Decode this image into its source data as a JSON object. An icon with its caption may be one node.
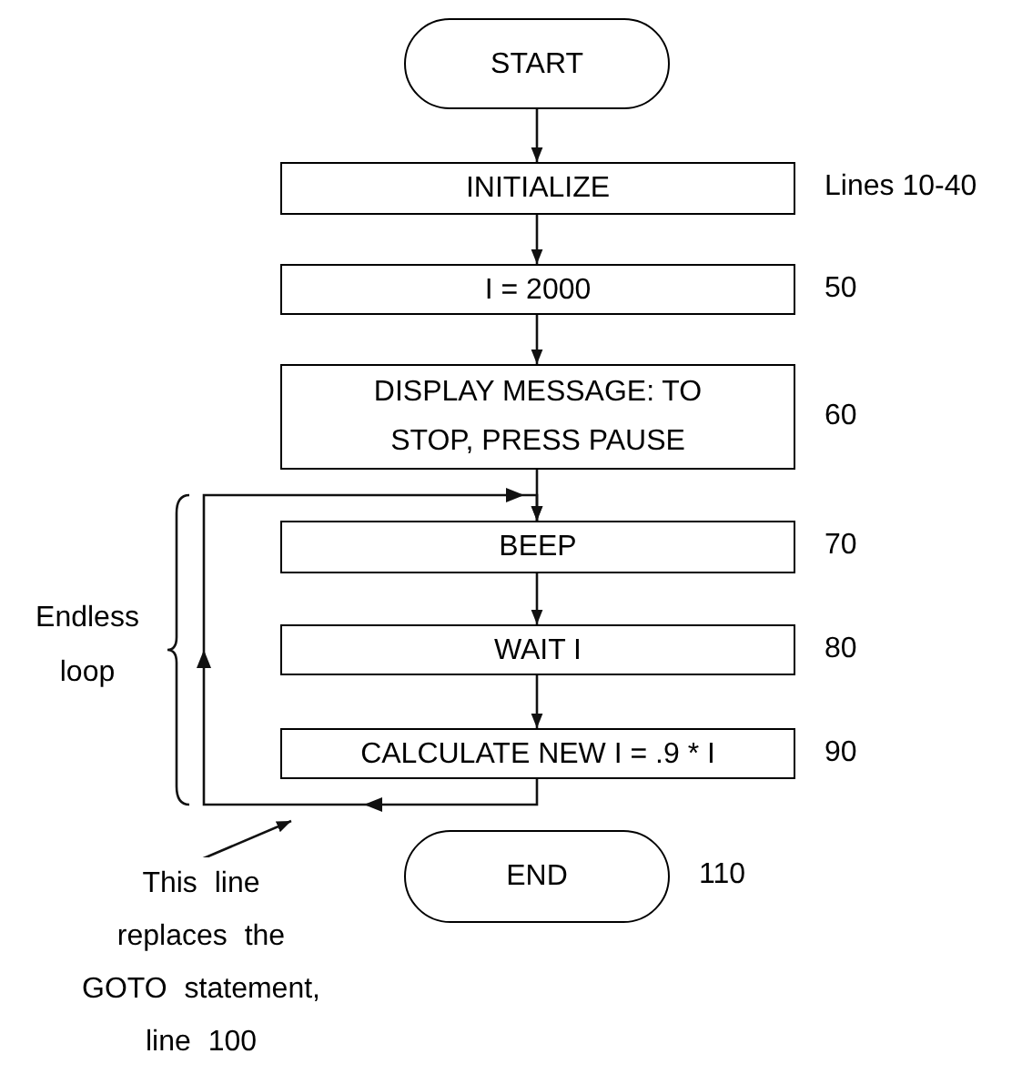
{
  "diagram": {
    "nodes": [
      {
        "text": [
          "START"
        ]
      },
      {
        "text": [
          "INITIALIZE"
        ],
        "beside": [
          "Lines 10-40"
        ]
      },
      {
        "text": [
          "I = 2000"
        ],
        "beside": [
          "50"
        ]
      },
      {
        "text": [
          "DISPLAY MESSAGE: TO STOP, PRESS PAUSE"
        ],
        "beside": [
          "60"
        ]
      },
      {
        "text": [
          "BEEP"
        ],
        "beside": [
          "70"
        ]
      },
      {
        "text": [
          "WAIT I"
        ],
        "beside": [
          "80"
        ]
      },
      {
        "text": [
          "CALCULATE NEW I = .9 * I"
        ],
        "beside": [
          "90"
        ]
      },
      {
        "text": [
          "END"
        ],
        "beside": [
          "110"
        ]
      },
      {
        "text": [
          "This line replaces the GOTO statement, line 100"
        ]
      }
    ],
    "edges": [
      {
        "from": 0,
        "to": 1,
        "arrow": "to"
      },
      {
        "from": 1,
        "to": 2,
        "arrow": "to"
      },
      {
        "from": 2,
        "to": 3,
        "arrow": "to"
      },
      {
        "from": 3,
        "to": 4,
        "arrow": "to"
      },
      {
        "from": 6,
        "to": 4,
        "arrow": "to"
      },
      {
        "from": 4,
        "to": 5,
        "arrow": "to"
      },
      {
        "from": 5,
        "to": 6,
        "arrow": "to"
      },
      {
        "from": 8,
        "to": 6,
        "arrow": "to"
      }
    ],
    "labels": [
      "Endless loop"
    ]
  }
}
